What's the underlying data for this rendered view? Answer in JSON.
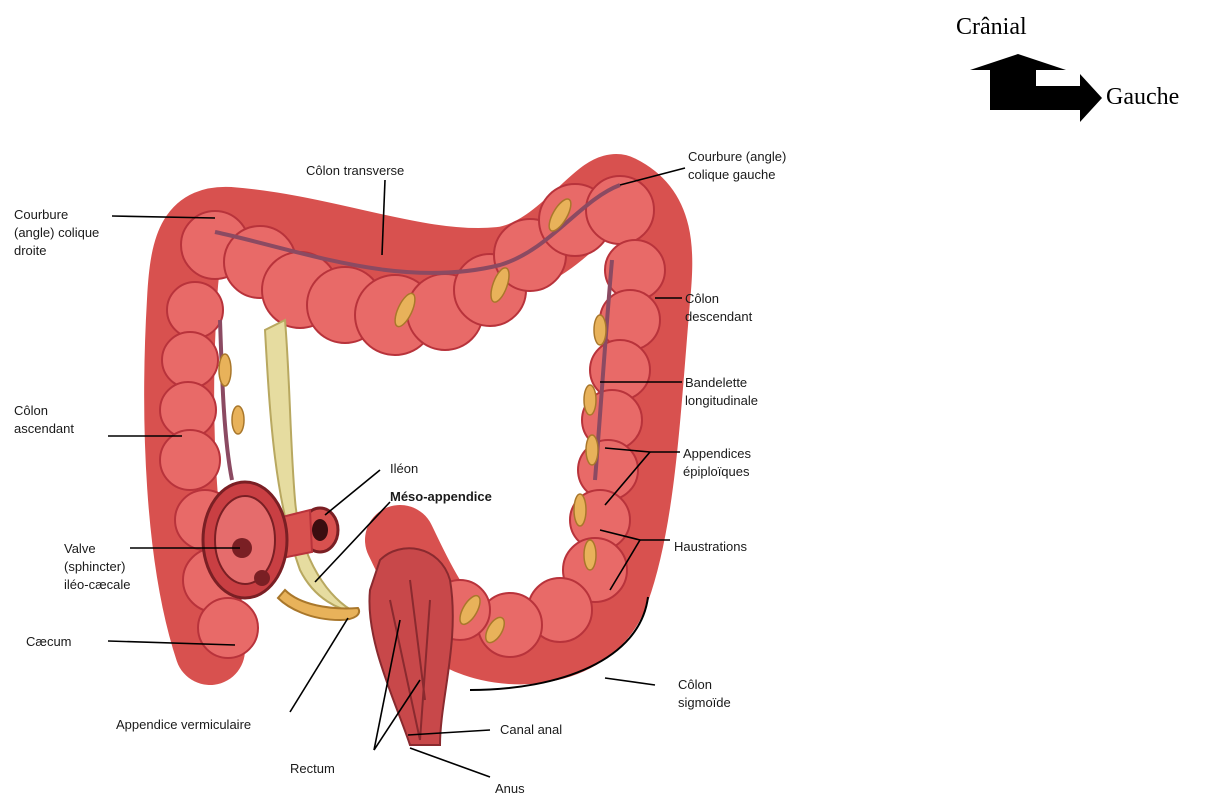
{
  "orientation": {
    "up": "Crânial",
    "right": "Gauche"
  },
  "labels": {
    "colon_transverse": "Côlon transverse",
    "courbure_gauche": "Courbure (angle)\ncolique gauche",
    "courbure_droite": "Courbure\n(angle) colique\ndroite",
    "colon_descendant": "Côlon\ndescendant",
    "bandelette": "Bandelette\nlongitudinale",
    "colon_ascendant": "Côlon\nascendant",
    "appendices_epiploiques": "Appendices\népiploïques",
    "ileon": "Iléon",
    "meso_appendice": "Méso-appendice",
    "valve": "Valve\n(sphincter)\niléo-cæcale",
    "haustrations": "Haustrations",
    "caecum": "Cæcum",
    "colon_sigmoide": "Côlon\nsigmoïde",
    "appendice_vermiculaire": "Appendice vermiculaire",
    "canal_anal": "Canal anal",
    "rectum": "Rectum",
    "anus": "Anus"
  },
  "colors": {
    "colon": "#e0605e",
    "colon_dark": "#b8333b",
    "appendix": "#e8b25a",
    "mesentery": "#e6dca0"
  }
}
